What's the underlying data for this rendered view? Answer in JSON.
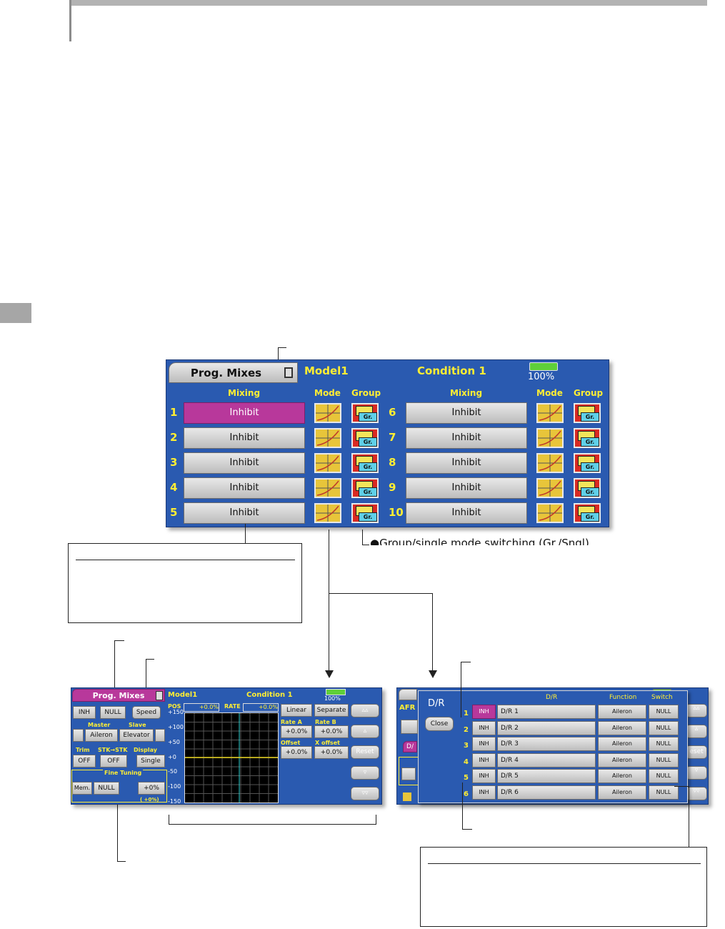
{
  "main_screen": {
    "title": "Prog. Mixes",
    "model": "Model1",
    "condition": "Condition 1",
    "battery": "100%",
    "headers": {
      "mixing": "Mixing",
      "mode": "Mode",
      "group": "Group"
    },
    "rows_left": [
      {
        "num": "1",
        "label": "Inhibit"
      },
      {
        "num": "2",
        "label": "Inhibit"
      },
      {
        "num": "3",
        "label": "Inhibit"
      },
      {
        "num": "4",
        "label": "Inhibit"
      },
      {
        "num": "5",
        "label": "Inhibit"
      }
    ],
    "rows_right": [
      {
        "num": "6",
        "label": "Inhibit"
      },
      {
        "num": "7",
        "label": "Inhibit"
      },
      {
        "num": "8",
        "label": "Inhibit"
      },
      {
        "num": "9",
        "label": "Inhibit"
      },
      {
        "num": "10",
        "label": "Inhibit"
      }
    ],
    "group_icon_label": "Gr."
  },
  "annotation_group": "●Group/single mode switching (Gr./Sngl)",
  "mix_screen": {
    "title": "Prog. Mixes",
    "model": "Model1",
    "condition": "Condition 1",
    "battery": "100%",
    "inh": "INH",
    "null": "NULL",
    "speed": "Speed",
    "master_label": "Master",
    "slave_label": "Slave",
    "master": "Aileron",
    "slave": "Elevator",
    "trim_label": "Trim",
    "stk_label": "STK→STK",
    "display_label": "Display",
    "trim": "OFF",
    "stk": "OFF",
    "display": "Single",
    "fine_tuning": "Fine Tuning",
    "mem": "Mem.",
    "fine_null": "NULL",
    "fine_val": "+0%",
    "fine_sub": "( +0%)",
    "pos_label": "POS",
    "pos_val": "+0.0%",
    "rate_label": "RATE",
    "rate_val": "+0.0%",
    "y_ticks": [
      "+150",
      "+100",
      "+50",
      "+0",
      "-50",
      "-100",
      "-150"
    ],
    "linear": "Linear",
    "separate": "Separate",
    "rate_a_label": "Rate A",
    "rate_b_label": "Rate B",
    "rate_a": "+0.0%",
    "rate_b": "+0.0%",
    "offset_label": "Offset",
    "xoffset_label": "X offset",
    "offset": "+0.0%",
    "xoffset": "+0.0%",
    "reset": "Reset"
  },
  "dr_screen": {
    "title": "D/R",
    "close": "Close",
    "bg_label": "AFR",
    "bg_tab": "D/",
    "col_dr": "D/R",
    "col_function": "Function",
    "col_switch": "Switch",
    "bg_reset": "eset",
    "rows": [
      {
        "num": "1",
        "inh": "INH",
        "name": "D/R 1",
        "func": "Aileron",
        "sw": "NULL"
      },
      {
        "num": "2",
        "inh": "INH",
        "name": "D/R 2",
        "func": "Aileron",
        "sw": "NULL"
      },
      {
        "num": "3",
        "inh": "INH",
        "name": "D/R 3",
        "func": "Aileron",
        "sw": "NULL"
      },
      {
        "num": "4",
        "inh": "INH",
        "name": "D/R 4",
        "func": "Aileron",
        "sw": "NULL"
      },
      {
        "num": "5",
        "inh": "INH",
        "name": "D/R 5",
        "func": "Aileron",
        "sw": "NULL"
      },
      {
        "num": "6",
        "inh": "INH",
        "name": "D/R 6",
        "func": "Aileron",
        "sw": "NULL"
      }
    ]
  }
}
